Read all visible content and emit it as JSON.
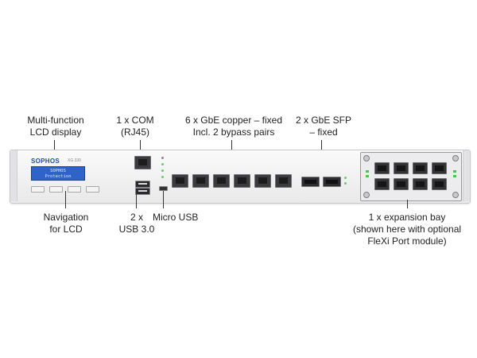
{
  "top_labels": {
    "lcd": [
      "Multi-function",
      "LCD display"
    ],
    "com": [
      "1 x COM",
      "(RJ45)"
    ],
    "copper": [
      "6 x GbE copper – fixed",
      "Incl. 2 bypass pairs"
    ],
    "sfp": [
      "2 x GbE SFP",
      "– fixed"
    ]
  },
  "bottom_labels": {
    "nav": [
      "Navigation",
      "for LCD"
    ],
    "usb": [
      "2 x",
      "USB 3.0"
    ],
    "micro_usb": [
      "Micro USB"
    ],
    "bay": [
      "1 x expansion bay",
      "(shown here with optional",
      "FleXi Port module)"
    ]
  },
  "device": {
    "brand": "SOPHOS",
    "model": "XG 330",
    "lcd_lines": [
      "SOPHOS",
      "Protection"
    ]
  },
  "colors": {
    "brand": "#1d4fa3",
    "lcd": "#2f63c9",
    "led": "#4fbf5a"
  }
}
